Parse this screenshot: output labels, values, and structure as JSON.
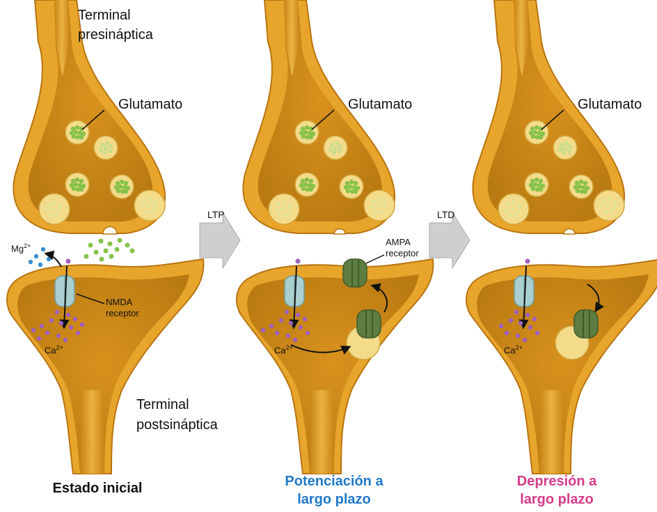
{
  "labels": {
    "terminal_pre_line1": "Terminal",
    "terminal_pre_line2": "presináptica",
    "glutamato": "Glutamato",
    "terminal_post_line1": "Terminal",
    "terminal_post_line2": "postsináptica",
    "nmda_line1": "NMDA",
    "nmda_line2": "receptor",
    "ampa_line1": "AMPA",
    "ampa_line2": "receptor",
    "mg_base": "Mg",
    "mg_charge": "2+",
    "ca_base": "Ca",
    "ca_charge": "2+",
    "ltp": "LTP",
    "ltd": "LTD"
  },
  "captions": {
    "initial": "Estado inicial",
    "ltp_line1": "Potenciación a",
    "ltp_line2": "largo plazo",
    "ltd_line1": "Depresión a",
    "ltd_line2": "largo plazo"
  },
  "colors": {
    "terminal_fill": "#e8a52c",
    "terminal_inner": "#c98414",
    "terminal_outline": "#b77410",
    "vesicle_fill": "#f3db8a",
    "glutamate": "#86c24a",
    "mg_ion": "#3a8fd0",
    "ca_ion": "#a060c0",
    "nmda_receptor": "#a9cfd0",
    "ampa_receptor": "#5e7d40",
    "arrow_gray": "#cfcfcf",
    "ltp_caption": "#1f78c8",
    "ltd_caption": "#d63a8a",
    "initial_caption": "#111111"
  }
}
